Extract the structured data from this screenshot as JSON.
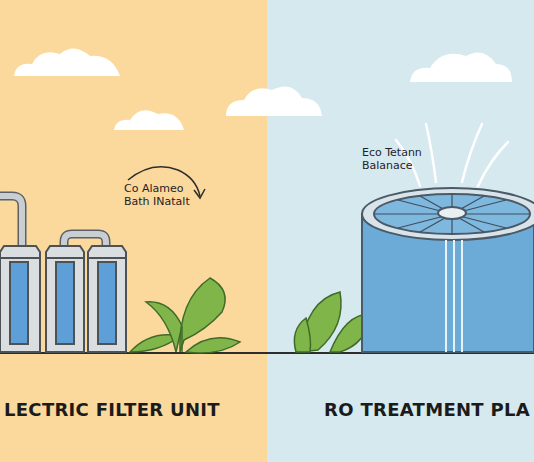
{
  "diagram": {
    "labels": [
      "Co Alameo Bath INatalt",
      "Eco Tetann Balanace",
      "LECTRIC FILTER UNIT",
      "RO TREATMENT PLA"
    ]
  }
}
